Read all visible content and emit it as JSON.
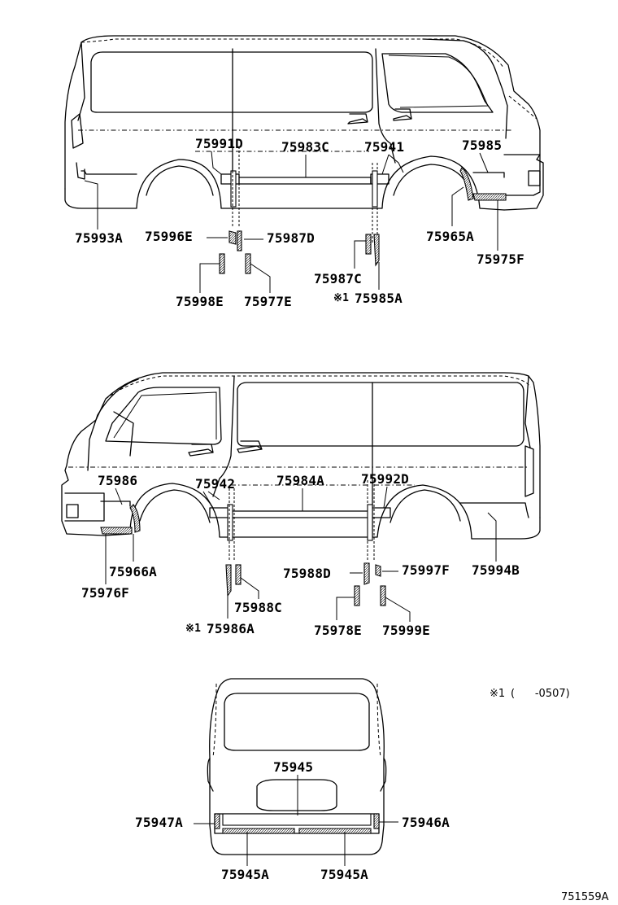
{
  "diagram": {
    "upper_view": {
      "labels": [
        "75991D",
        "75983C",
        "75941",
        "75985",
        "75993A",
        "75996E",
        "75987D",
        "75965A",
        "75975F",
        "75987C",
        "75985A",
        "75998E",
        "75977E"
      ],
      "note_marked": "75985A"
    },
    "middle_view": {
      "labels": [
        "75986",
        "75942",
        "75984A",
        "75992D",
        "75966A",
        "75976F",
        "75988D",
        "75997F",
        "75994B",
        "75988C",
        "75986A",
        "75978E",
        "75999E"
      ],
      "note_marked": "75986A"
    },
    "rear_view": {
      "labels": [
        "75945",
        "75947A",
        "75946A",
        "75945A",
        "75945A"
      ]
    },
    "note": {
      "mark": "※1",
      "text": "(      -0507)"
    },
    "footnote_mark": "※1",
    "drawing_code": "751559A"
  }
}
